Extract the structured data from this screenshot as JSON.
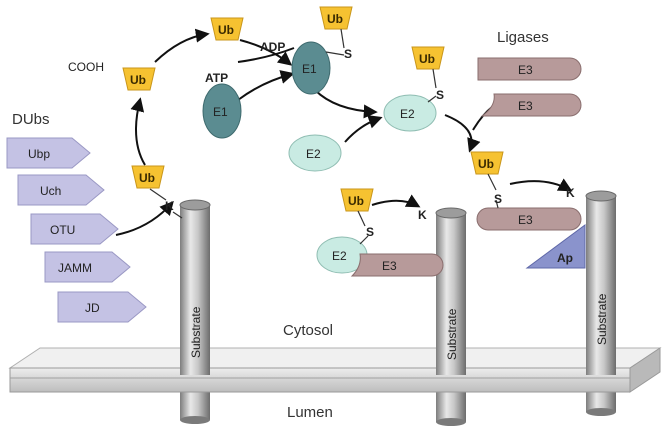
{
  "labels": {
    "dubs_title": "DUbs",
    "ligases_title": "Ligases",
    "cytosol": "Cytosol",
    "lumen": "Lumen",
    "cooh": "COOH",
    "atp": "ATP",
    "adp": "ADP",
    "ub": "Ub",
    "k": "K",
    "s": "S",
    "e1": "E1",
    "e2": "E2",
    "e3": "E3",
    "ap": "Ap",
    "substrate": "Substrate"
  },
  "dubs": [
    "Ubp",
    "Uch",
    "OTU",
    "JAMM",
    "JD"
  ],
  "colors": {
    "ub_fill": "#f6c231",
    "e1_fill": "#5b8c91",
    "e2_fill": "#c9ebe3",
    "e3_fill": "#b79a9a",
    "dub_fill": "#c4c2e4",
    "ap_fill": "#8a93cc",
    "membrane": "#cfcfcf"
  }
}
